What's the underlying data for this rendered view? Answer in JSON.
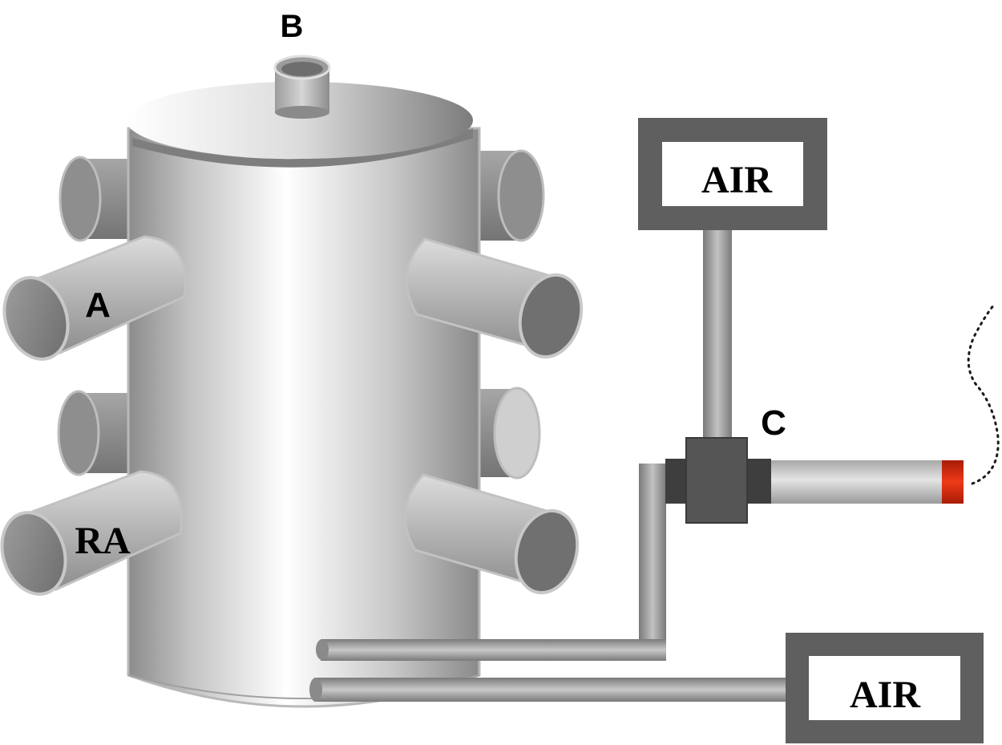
{
  "labels": {
    "a": "A",
    "b": "B",
    "c": "C",
    "ra": "RA",
    "air_top": "AIR",
    "air_bottom": "AIR"
  },
  "colors": {
    "vessel_light": "#f4f4f4",
    "vessel_dark": "#8a8a8a",
    "pipe_grey": "#9a9a9a",
    "box_frame": "#5f5f5f",
    "valve_dark": "#4a4a4a",
    "tip_red": "#d42a10"
  }
}
